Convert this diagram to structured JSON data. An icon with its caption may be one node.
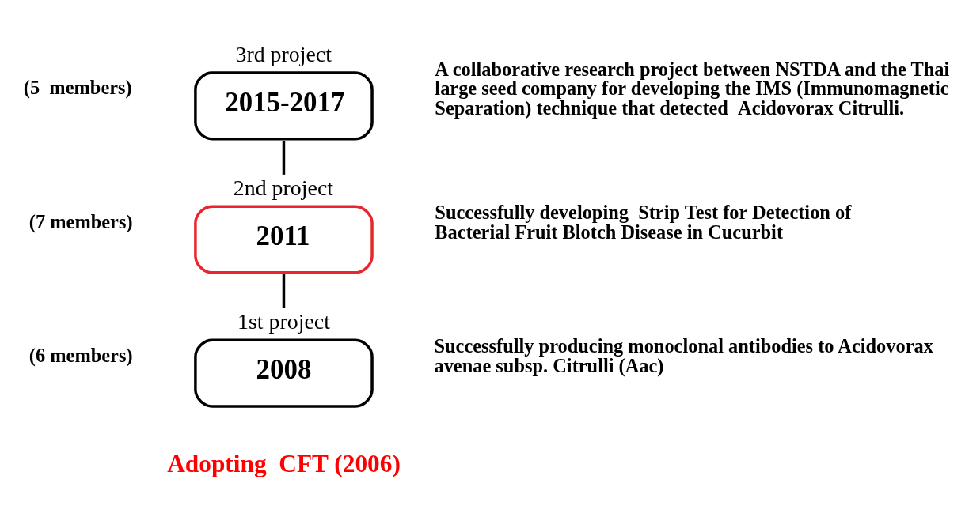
{
  "diagram": {
    "nodes": [
      {
        "text": [
          "3rd project",
          "2015-2017"
        ],
        "beside": [
          "(5  members)",
          "A collaborative research project between NSTDA and the Thai large seed company for developing the IMS (Immunomagnetic Separation) technique that detected  Acidovorax Citrulli."
        ]
      },
      {
        "text": [
          "2nd project",
          "2011"
        ],
        "beside": [
          "(7 members)",
          "Successfully developing  Strip Test for Detection of Bacterial Fruit Blotch Disease in Cucurbit"
        ]
      },
      {
        "text": [
          "1st project",
          "2008"
        ],
        "beside": [
          "(6 members)",
          "Successfully producing monoclonal antibodies to Acidovorax avenae subsp. Citrulli (Aac)"
        ]
      }
    ],
    "edges": [
      {
        "from": 2,
        "to": 1,
        "arrow": "none"
      },
      {
        "from": 1,
        "to": 0,
        "arrow": "none"
      }
    ],
    "labels": [
      "Adopting  CFT (2006)"
    ]
  }
}
